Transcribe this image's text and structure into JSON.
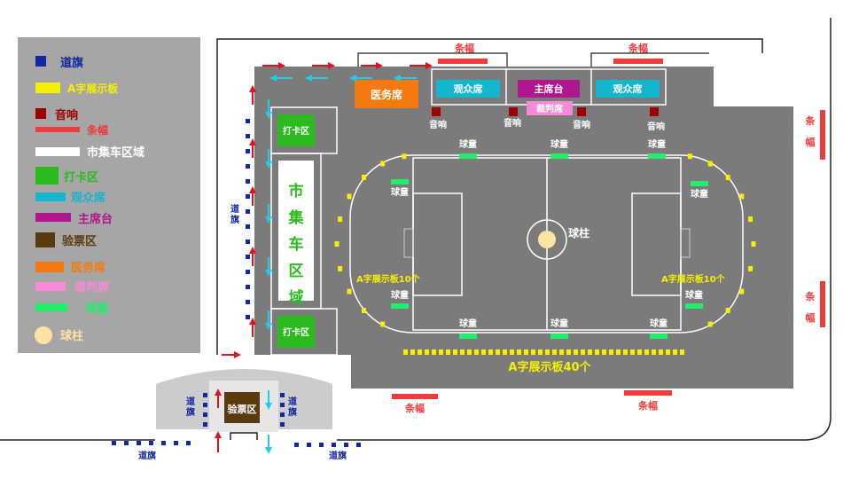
{
  "legend": {
    "items": [
      {
        "label": "道旗",
        "color": "#1028a0",
        "text_color": "#1028a0",
        "icon": "flag-square"
      },
      {
        "label": "A字展示板",
        "color": "#f6ef00",
        "text_color": "#f6ef00",
        "icon": "a-board"
      },
      {
        "label": "音响",
        "color": "#a00000",
        "text_color": "#a00000",
        "icon": "speaker"
      },
      {
        "label": "条幅",
        "color": "#ee3b3b",
        "text_color": "#ee3b3b",
        "icon": "banner"
      },
      {
        "label": "市集车区域",
        "color": "#ffffff",
        "text_color": "#ffffff",
        "icon": "market-car-zone"
      },
      {
        "label": "打卡区",
        "color": "#2bbb1e",
        "text_color": "#2bbb1e",
        "icon": "checkin-zone"
      },
      {
        "label": "观众席",
        "color": "#13b6cf",
        "text_color": "#13b6cf",
        "icon": "spectator-seat"
      },
      {
        "label": "主席台",
        "color": "#b0168f",
        "text_color": "#b0168f",
        "icon": "rostrum"
      },
      {
        "label": "验票区",
        "color": "#5a3b10",
        "text_color": "#5a3b10",
        "icon": "ticket-zone"
      },
      {
        "label": "医务席",
        "color": "#f47a10",
        "text_color": "#f47a10",
        "icon": "medical-seat"
      },
      {
        "label": "裁判席",
        "color": "#f78ad8",
        "text_color": "#f78ad8",
        "icon": "referee-seat"
      },
      {
        "label": "球童",
        "color": "#22ee6a",
        "text_color": "#22ee6a",
        "icon": "ball-boy"
      },
      {
        "label": "球柱",
        "color": "#fde3a2",
        "text_color": "#fde3a2",
        "icon": "ball-pillar"
      }
    ]
  },
  "map": {
    "medical": "医务席",
    "spectator_left": "观众席",
    "rostrum": "主席台",
    "spectator_right": "观众席",
    "referee": "裁判席",
    "speaker_label": "音响",
    "checkin": "打卡区",
    "market_zone": "市集车区域",
    "ball_boy": "球童",
    "ball_pillar": "球柱",
    "aboard_left": "A字展示板10个",
    "aboard_right": "A字展示板10个",
    "aboard_bottom": "A字展示板40个",
    "ticket": "验票区",
    "banner": "条幅",
    "banner_vertical": "条幅",
    "flags": "道旗"
  },
  "colors": {
    "ground": "#7b7b7b",
    "legend_bg": "#a6a6a6",
    "field_line": "#ffffff",
    "arrow_red": "#e0141e",
    "arrow_blue": "#29c8e6"
  }
}
